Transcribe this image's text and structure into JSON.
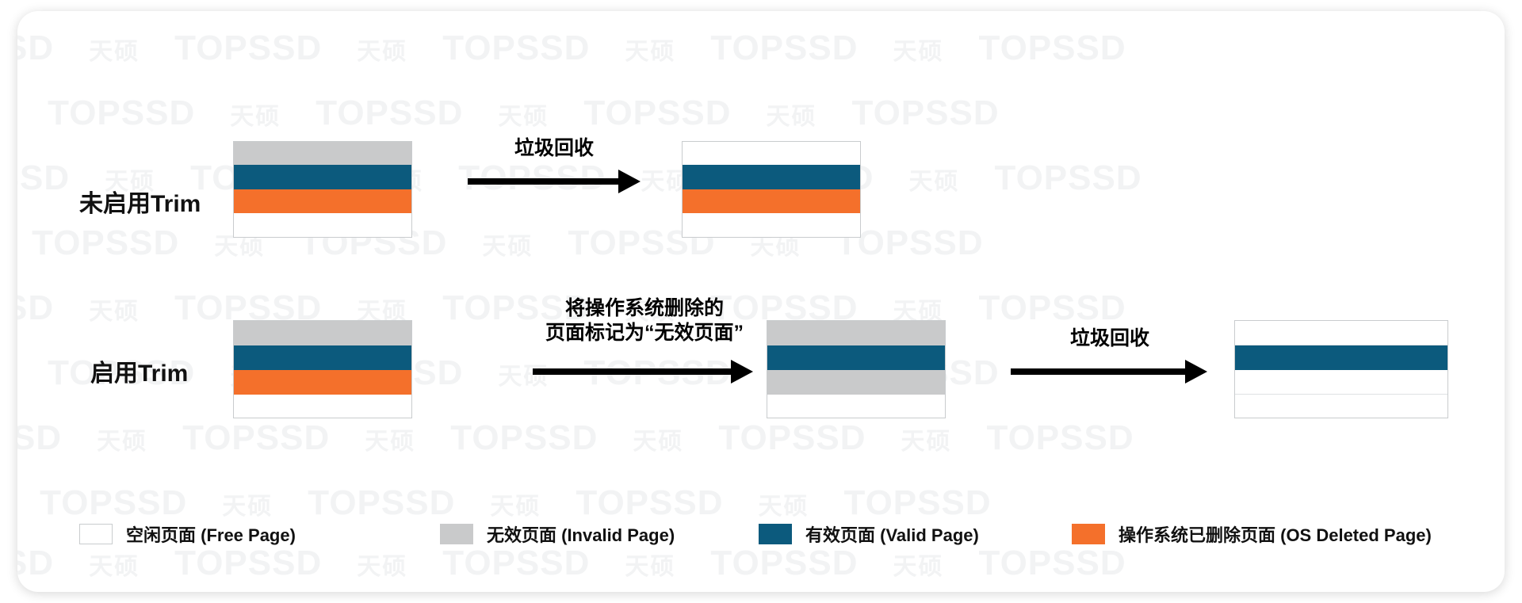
{
  "diagram": {
    "title_hidden": "",
    "colors": {
      "free": "#ffffff",
      "invalid": "#c9cacb",
      "valid": "#0c5a7d",
      "os_deleted": "#f4702b",
      "border": "#c9ccce",
      "arrow": "#000000",
      "watermark": "#f2f3f4"
    },
    "rows": [
      {
        "label": "未启用Trim",
        "stacks": [
          {
            "name": "trim-disabled-before",
            "segments": [
              {
                "type": "invalid",
                "label": "无效页面"
              },
              {
                "type": "valid",
                "label": "有效页面"
              },
              {
                "type": "os_deleted",
                "label": "操作系统已删除页面"
              },
              {
                "type": "free",
                "label": "空闲页面"
              }
            ]
          },
          {
            "name": "trim-disabled-after",
            "segments": [
              {
                "type": "free",
                "label": "空闲页面"
              },
              {
                "type": "valid",
                "label": "有效页面"
              },
              {
                "type": "os_deleted",
                "label": "操作系统已删除页面"
              },
              {
                "type": "free",
                "label": "空闲页面"
              }
            ]
          }
        ],
        "arrows": [
          {
            "name": "garbage-collection-arrow-1",
            "label": "垃圾回收"
          }
        ]
      },
      {
        "label": "启用Trim",
        "stacks": [
          {
            "name": "trim-enabled-before",
            "segments": [
              {
                "type": "invalid",
                "label": "无效页面"
              },
              {
                "type": "valid",
                "label": "有效页面"
              },
              {
                "type": "os_deleted",
                "label": "操作系统已删除页面"
              },
              {
                "type": "free",
                "label": "空闲页面"
              }
            ]
          },
          {
            "name": "trim-enabled-marked",
            "segments": [
              {
                "type": "invalid",
                "label": "无效页面"
              },
              {
                "type": "valid",
                "label": "有效页面"
              },
              {
                "type": "invalid",
                "label": "无效页面"
              },
              {
                "type": "free",
                "label": "空闲页面"
              }
            ]
          },
          {
            "name": "trim-enabled-after",
            "segments": [
              {
                "type": "free",
                "label": "空闲页面"
              },
              {
                "type": "valid",
                "label": "有效页面"
              },
              {
                "type": "free",
                "label": "空闲页面"
              },
              {
                "type": "free",
                "label": "空闲页面"
              }
            ]
          }
        ],
        "arrows": [
          {
            "name": "trim-mark-arrow",
            "label": "将操作系统删除的\n页面标记为“无效页面”"
          },
          {
            "name": "garbage-collection-arrow-2",
            "label": "垃圾回收"
          }
        ]
      }
    ]
  },
  "legend": {
    "items": [
      {
        "swatch": "free",
        "text": "空闲页面 (Free Page)"
      },
      {
        "swatch": "invalid",
        "text": "无效页面 (Invalid Page)"
      },
      {
        "swatch": "valid",
        "text": "有效页面 (Valid Page)"
      },
      {
        "swatch": "os_deleted",
        "text": "操作系统已删除页面 (OS Deleted Page)"
      }
    ]
  },
  "watermark": {
    "cn": "天硕",
    "en": "TOPSSD"
  }
}
